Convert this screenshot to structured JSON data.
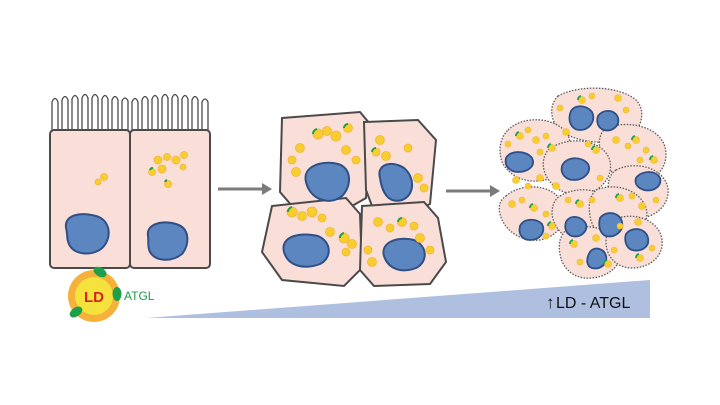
{
  "legend": {
    "droplet_label": "LD",
    "protein_label": "ATGL"
  },
  "gradient_label": {
    "arrow_glyph": "↑",
    "text": "LD - ATGL"
  },
  "colors": {
    "cell_fill": "#f9dfd8",
    "cell_stroke": "#4a4a4a",
    "nucleus_fill": "#5b86c0",
    "nucleus_stroke": "#2f4f86",
    "droplet_fill": "#f6cf2e",
    "droplet_halo": "#f6b13a",
    "droplet_core": "#f5e23c",
    "atgl_green": "#1ea04a",
    "arrow_gray": "#7b7b7b",
    "gradient_blue": "#aebfe0",
    "ld_text_red": "#d82020",
    "atgl_text_green": "#1e9a45"
  }
}
